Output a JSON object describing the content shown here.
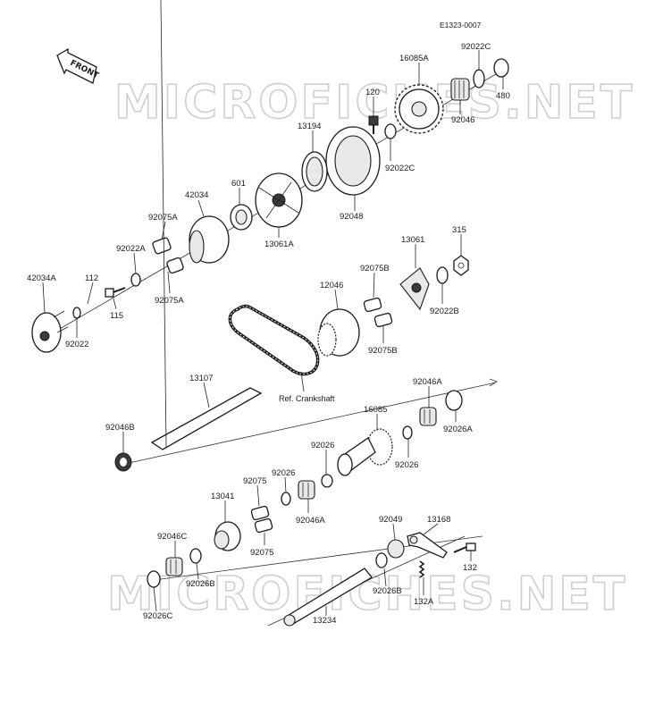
{
  "figure_code": "E1323-0007",
  "front_label": "FRONT",
  "watermark_text": "MICROFICHES.NET",
  "reference_label": "Ref. Crankshaft",
  "part_labels": [
    "16085A",
    "92022C",
    "120",
    "480",
    "92046",
    "13194",
    "92022C",
    "92048",
    "601",
    "42034",
    "13061A",
    "92075A",
    "92022A",
    "42034A",
    "112",
    "115",
    "92075A",
    "92022",
    "13061",
    "315",
    "92075B",
    "12046",
    "92022B",
    "92075B",
    "13107",
    "92046A",
    "16085",
    "92046B",
    "92026A",
    "92026",
    "92026",
    "92026",
    "92075",
    "13041",
    "92046A",
    "92075",
    "92049",
    "13168",
    "92046C",
    "132",
    "92026B",
    "92026B",
    "132A",
    "92026C",
    "13234"
  ]
}
